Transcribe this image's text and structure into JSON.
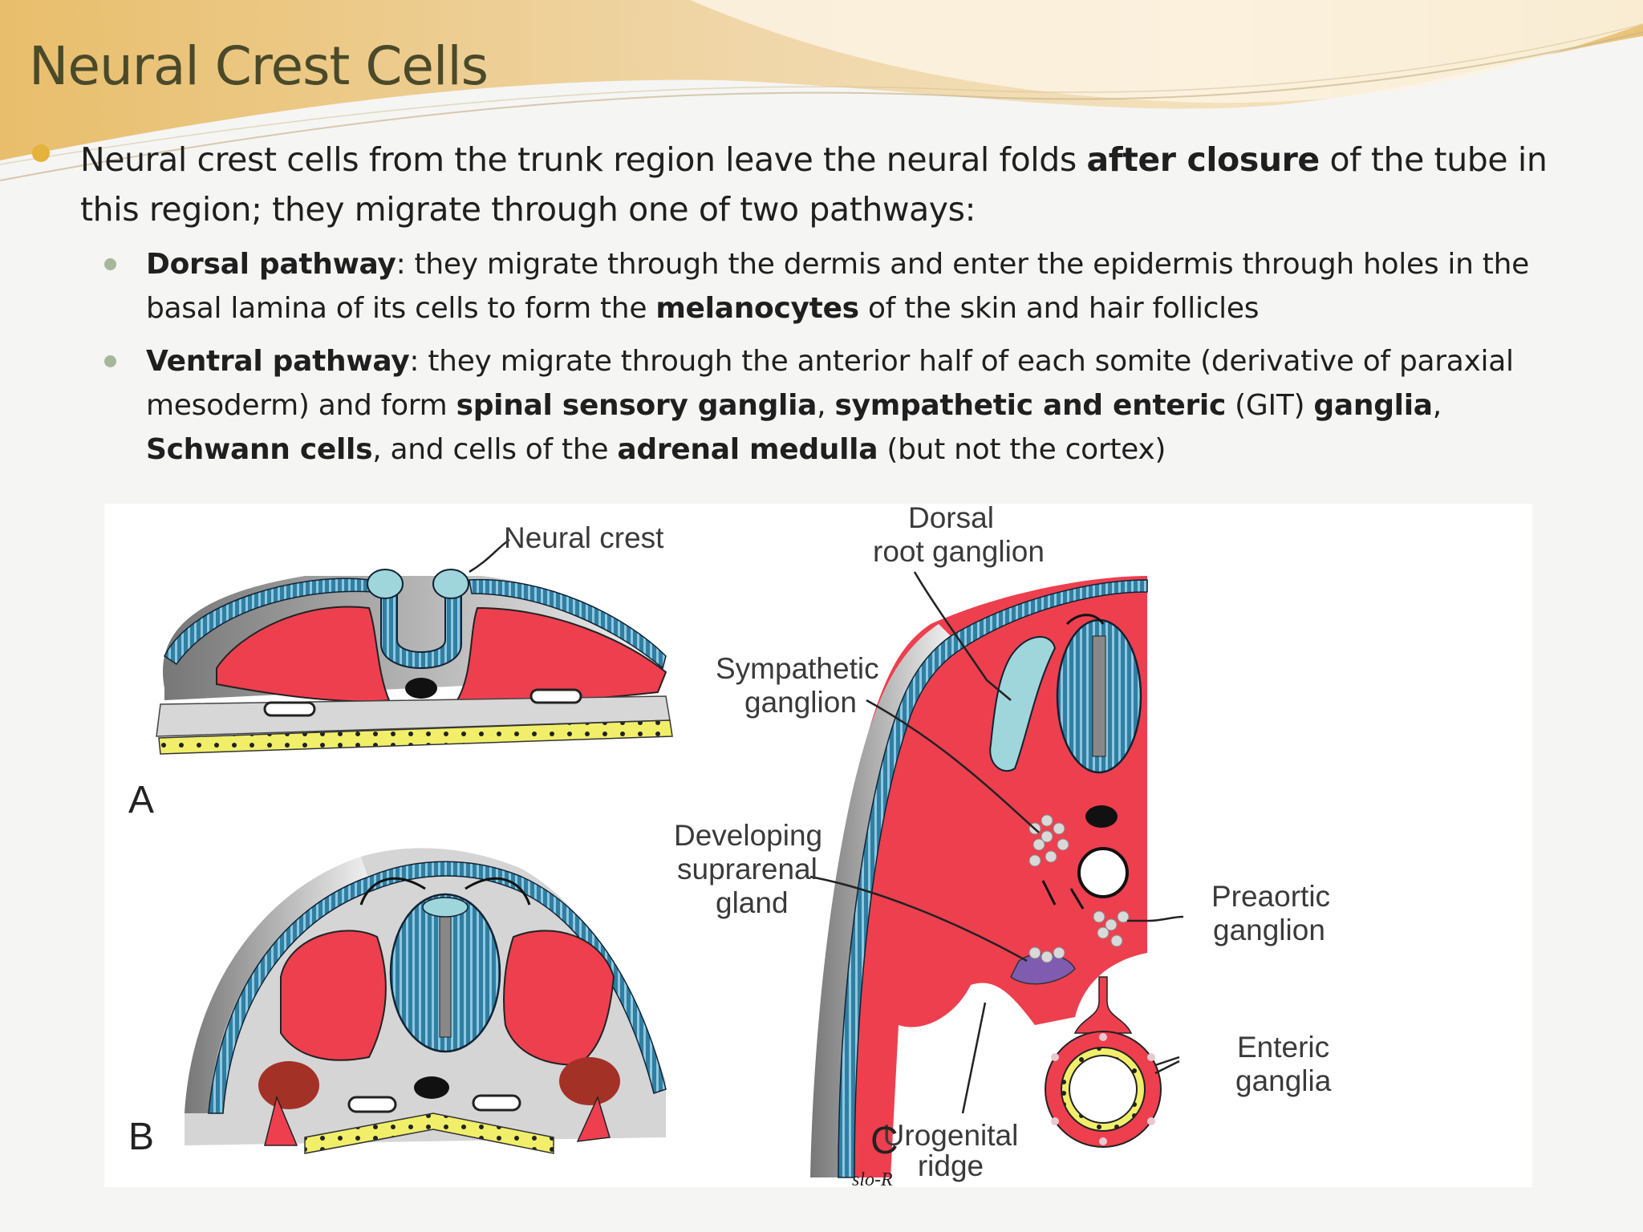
{
  "slide": {
    "title": "Neural Crest Cells",
    "bullet": {
      "t1": "Neural crest cells from the trunk region leave the neural folds ",
      "b1": "after closure",
      "t2": " of the tube in this region; they migrate through one of two pathways:"
    },
    "sub_bullets": {
      "dorsal": {
        "b1": "Dorsal pathway",
        "t1": ": they migrate through the dermis and enter the epidermis through holes in the basal lamina of its cells to form the ",
        "b2": "melanocytes",
        "t2": " of the skin and hair follicles"
      },
      "ventral": {
        "b1": "Ventral pathway",
        "t1": ": they migrate through the anterior half of each somite (derivative of paraxial mesoderm) and form ",
        "b2": "spinal sensory ganglia",
        "t2": ", ",
        "b3": "sympathetic and enteric",
        "t3": " (GIT) ",
        "b4": "ganglia",
        "t4": ", ",
        "b5": "Schwann cells",
        "t5": ", and cells of the ",
        "b6": "adrenal medulla",
        "t6": " (but not the cortex)"
      }
    }
  },
  "figure": {
    "panel_a": "A",
    "panel_b": "B",
    "panel_c": "C",
    "labels": {
      "neural_crest": "Neural crest",
      "dorsal": "Dorsal",
      "root_ganglion": "root ganglion",
      "sympathetic": "Sympathetic",
      "ganglion": "ganglion",
      "developing": "Developing",
      "suprarenal": "suprarenal",
      "gland": "gland",
      "preaortic": "Preaortic",
      "preaortic_ganglion": "ganglion",
      "enteric": "Enteric",
      "ganglia": "ganglia",
      "urogenital": "Urogenital",
      "ridge": "ridge",
      "signature": "slo-R"
    }
  },
  "colors": {
    "title": "#4a4a2a",
    "bullet_gold": "#e6b23c",
    "subbullet_green": "#a7b79a",
    "mesoderm_red": "#ee3f4f",
    "neural_blue": "#2f7fa3",
    "crest_cyan": "#9fd6dc",
    "yolk_yellow": "#f1ef6a",
    "swoosh_gold": "#e8c37a"
  }
}
